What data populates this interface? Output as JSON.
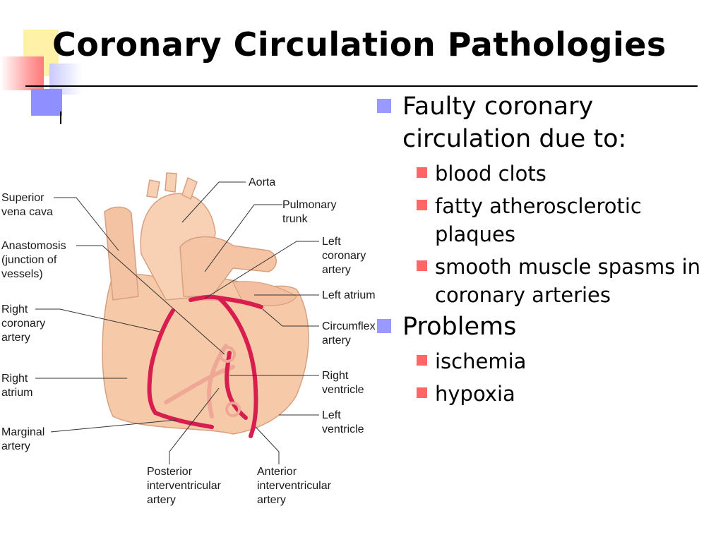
{
  "slide": {
    "title": "Coronary Circulation Pathologies",
    "colors": {
      "bullet_level1": "#9999ff",
      "bullet_level2": "#ff6666",
      "heart": "#f6c9a9",
      "vessels": "#d81e4f"
    }
  },
  "bullets": {
    "b1": {
      "text_line1": "Faulty coronary",
      "text_line2": "circulation due to:",
      "sub": {
        "s1": {
          "line1": "blood clots"
        },
        "s2": {
          "line1": "fatty atherosclerotic",
          "line2": "plaques"
        },
        "s3": {
          "line1": "smooth muscle spasms in",
          "line2": "coronary arteries"
        }
      }
    },
    "b2": {
      "text_line1": "Problems",
      "sub": {
        "s1": {
          "line1": "ischemia"
        },
        "s2": {
          "line1": "hypoxia"
        }
      }
    }
  },
  "diagram": {
    "labels": {
      "aorta": "Aorta",
      "svc1": "Superior",
      "svc2": "vena cava",
      "pt1": "Pulmonary",
      "pt2": "trunk",
      "ana1": "Anastomosis",
      "ana2": "(junction of",
      "ana3": "vessels)",
      "lca1": "Left",
      "lca2": "coronary",
      "lca3": "artery",
      "la": "Left atrium",
      "rca1": "Right",
      "rca2": "coronary",
      "rca3": "artery",
      "cx1": "Circumflex",
      "cx2": "artery",
      "ra1": "Right",
      "ra2": "atrium",
      "rv1": "Right",
      "rv2": "ventricle",
      "lv1": "Left",
      "lv2": "ventricle",
      "ma1": "Marginal",
      "ma2": "artery",
      "piv1": "Posterior",
      "piv2": "interventricular",
      "piv3": "artery",
      "aiv1": "Anterior",
      "aiv2": "interventricular",
      "aiv3": "artery"
    }
  }
}
